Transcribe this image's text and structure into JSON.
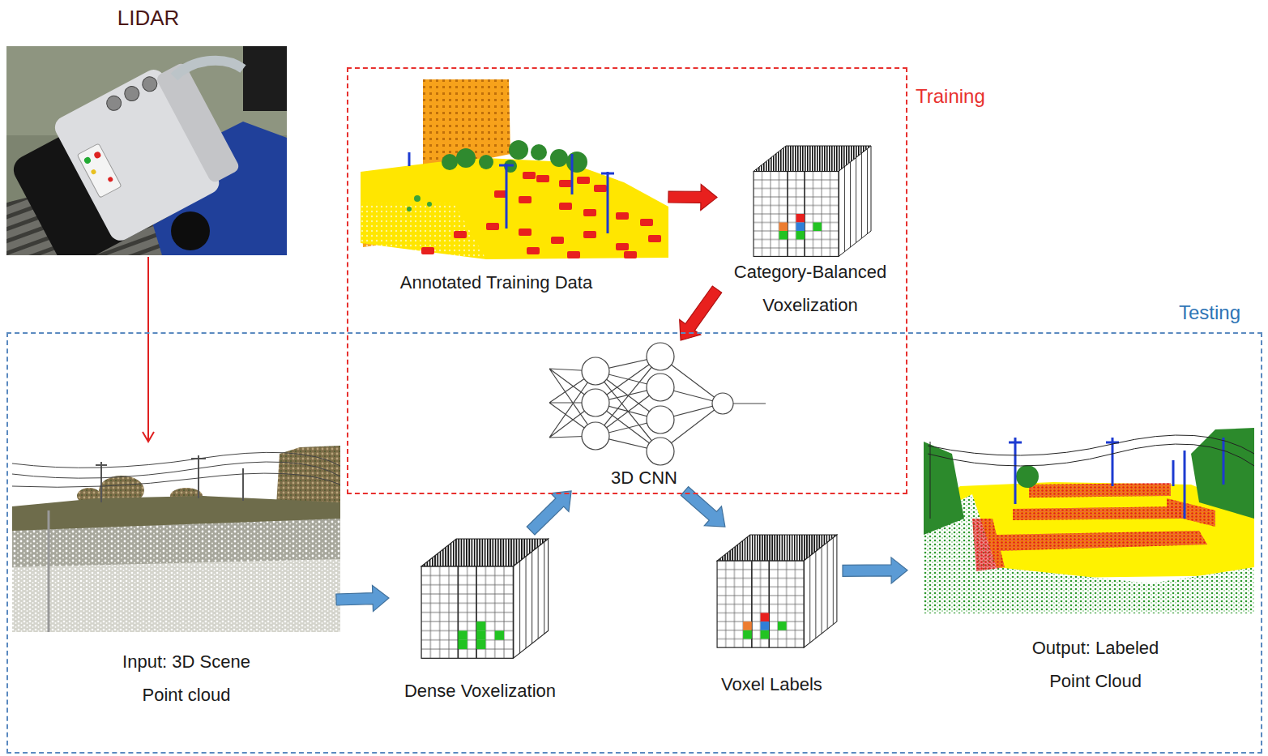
{
  "diagram": {
    "nodes": [
      {
        "text": [
          "LIDAR"
        ]
      },
      {
        "text": [
          "Training"
        ]
      },
      {
        "text": [
          "Annotated Training Data"
        ],
        "in": 1
      },
      {
        "text": [
          "Category-Balanced Voxelization"
        ],
        "in": 1
      },
      {
        "text": [
          "3D CNN"
        ],
        "in": 1
      },
      {
        "text": [
          "Testing"
        ]
      },
      {
        "text": [
          "Input: 3D Scene Point cloud"
        ],
        "in": 5
      },
      {
        "text": [
          "Dense Voxelization"
        ],
        "in": 5
      },
      {
        "text": [
          "Voxel Labels"
        ],
        "in": 5
      },
      {
        "text": [
          "Output: Labeled Point Cloud"
        ],
        "in": 5
      }
    ],
    "edges": [
      {
        "from": 0,
        "to": 6,
        "arrow": "to"
      },
      {
        "from": 2,
        "to": 3,
        "arrow": "to"
      },
      {
        "from": 3,
        "to": 4,
        "arrow": "to"
      },
      {
        "from": 6,
        "to": 7,
        "arrow": "to"
      },
      {
        "from": 7,
        "to": 4,
        "arrow": "to"
      },
      {
        "from": 4,
        "to": 8,
        "arrow": "to"
      },
      {
        "from": 8,
        "to": 9,
        "arrow": "to"
      }
    ]
  }
}
